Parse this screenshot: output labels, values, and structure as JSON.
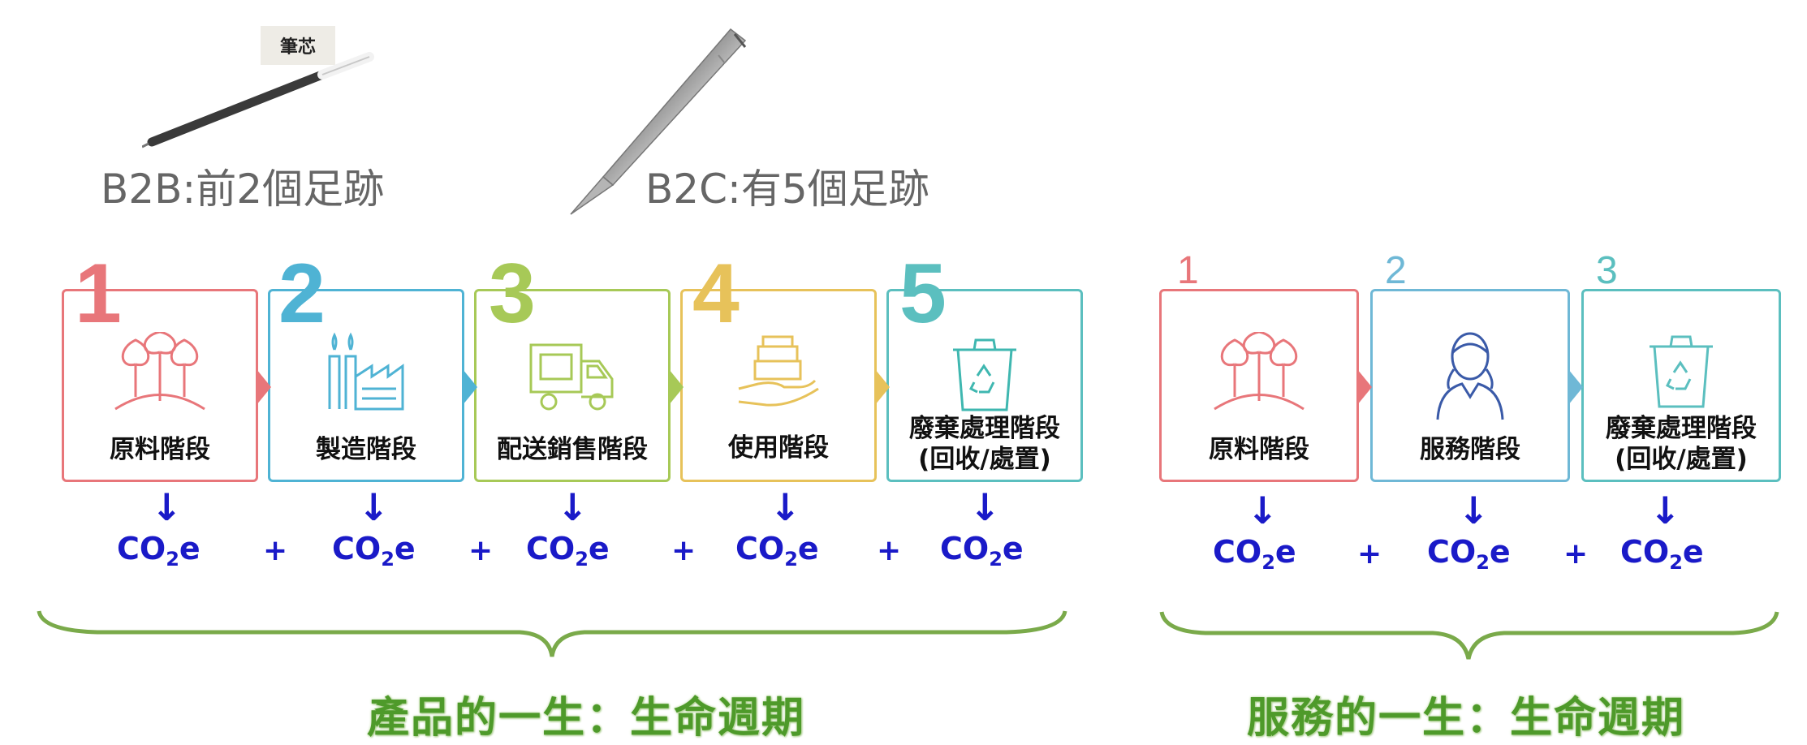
{
  "top": {
    "refill_tag": "筆芯",
    "b2b_caption": "B2B:前2個足跡",
    "b2c_caption": "B2C:有5個足跡"
  },
  "product": {
    "stages": [
      {
        "number": "1",
        "label": "原料階段",
        "icon": "trees-icon",
        "color": "#e8767a"
      },
      {
        "number": "2",
        "label": "製造階段",
        "icon": "factory-icon",
        "color": "#4fb3d4"
      },
      {
        "number": "3",
        "label": "配送銷售階段",
        "icon": "truck-icon",
        "color": "#a7c957"
      },
      {
        "number": "4",
        "label": "使用階段",
        "icon": "hand-product-icon",
        "color": "#e7c25a"
      },
      {
        "number": "5",
        "label": "廢棄處理階段",
        "label2": "(回收/處置)",
        "icon": "recycle-bin-icon",
        "color": "#5bbfbf"
      }
    ],
    "co2_main": "CO",
    "co2_sub": "2",
    "co2_tail": "e",
    "plus": "+",
    "arrow": "↓",
    "footer": "產品的一生：生命週期"
  },
  "service": {
    "stages": [
      {
        "number": "1",
        "label": "原料階段",
        "icon": "trees-icon",
        "color": "#e8767a"
      },
      {
        "number": "2",
        "label": "服務階段",
        "icon": "service-person-icon",
        "color": "#6fb8d6"
      },
      {
        "number": "3",
        "label": "廢棄處理階段",
        "label2": "(回收/處置)",
        "icon": "recycle-bin-icon",
        "color": "#5bbfbf"
      }
    ],
    "footer": "服務的一生：生命週期"
  },
  "colors": {
    "co2": "#1a1ac8",
    "brace": "#7aaa4a",
    "footer": "#4e9a2a"
  }
}
